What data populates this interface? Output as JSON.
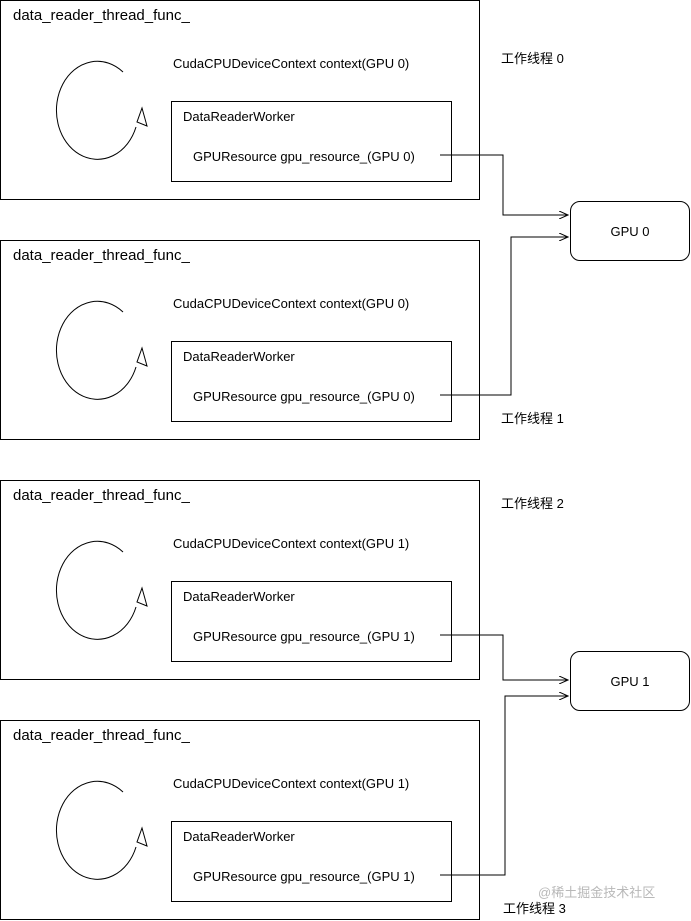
{
  "threads": [
    {
      "title": "data_reader_thread_func_",
      "context": "CudaCPUDeviceContext context(GPU 0)",
      "worker_title": "DataReaderWorker",
      "resource": "GPUResource gpu_resource_(GPU 0)",
      "tag": "工作线程 0"
    },
    {
      "title": "data_reader_thread_func_",
      "context": "CudaCPUDeviceContext context(GPU 0)",
      "worker_title": "DataReaderWorker",
      "resource": "GPUResource gpu_resource_(GPU 0)",
      "tag": "工作线程 1"
    },
    {
      "title": "data_reader_thread_func_",
      "context": "CudaCPUDeviceContext context(GPU 1)",
      "worker_title": "DataReaderWorker",
      "resource": "GPUResource gpu_resource_(GPU 1)",
      "tag": "工作线程 2"
    },
    {
      "title": "data_reader_thread_func_",
      "context": "CudaCPUDeviceContext context(GPU 1)",
      "worker_title": "DataReaderWorker",
      "resource": "GPUResource gpu_resource_(GPU 1)",
      "tag": "工作线程 3"
    }
  ],
  "gpus": [
    {
      "label": "GPU 0"
    },
    {
      "label": "GPU 1"
    }
  ],
  "watermark": "@稀土掘金技术社区",
  "colors": {
    "line": "#000000",
    "watermark": "#b8b8b8"
  }
}
